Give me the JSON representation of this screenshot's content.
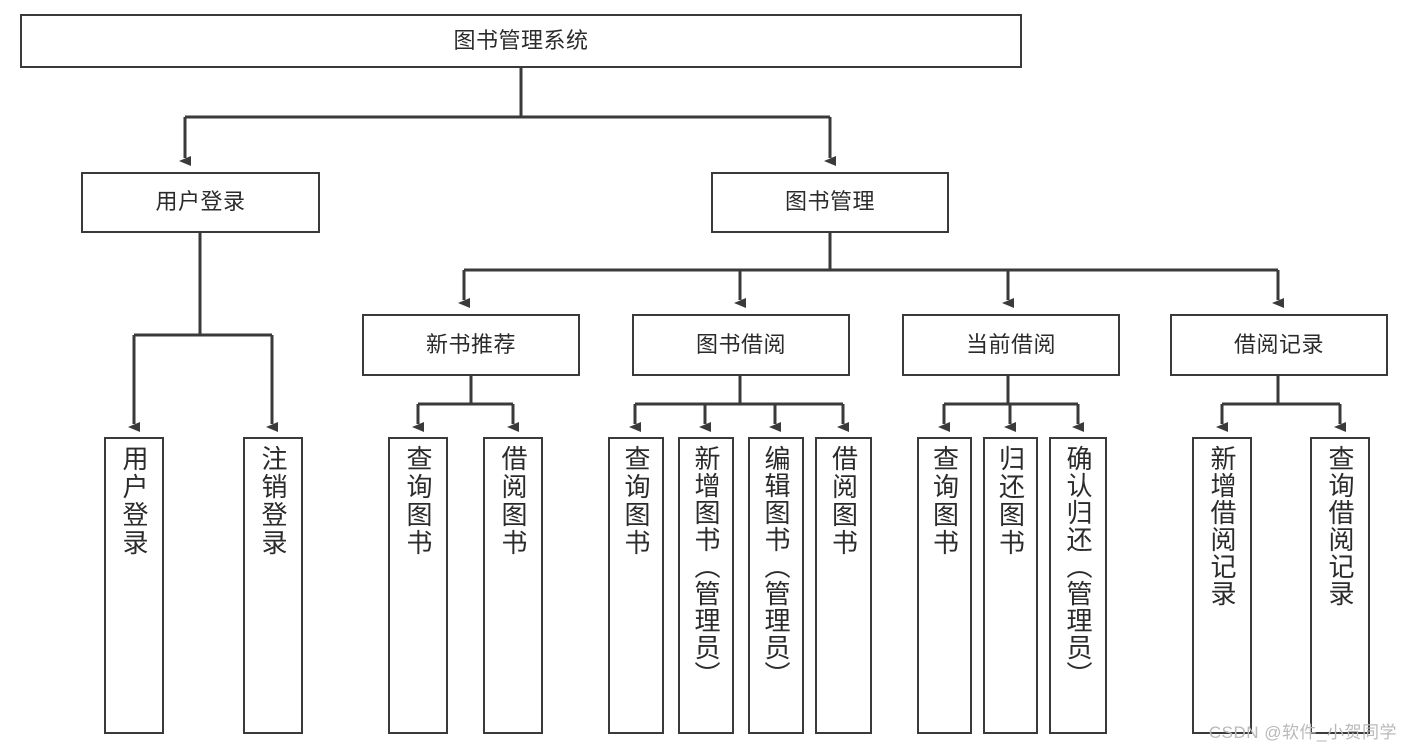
{
  "diagram": {
    "type": "tree-hierarchy-chart",
    "title": "图书管理系统",
    "root": {
      "id": "root",
      "label": "图书管理系统"
    },
    "level2": [
      {
        "id": "user-login",
        "label": "用户登录"
      },
      {
        "id": "book-management",
        "label": "图书管理"
      }
    ],
    "level3": [
      {
        "id": "new-book-recommend",
        "label": "新书推荐",
        "parent": "book-management"
      },
      {
        "id": "book-borrow",
        "label": "图书借阅",
        "parent": "book-management"
      },
      {
        "id": "current-borrow",
        "label": "当前借阅",
        "parent": "book-management"
      },
      {
        "id": "borrow-record",
        "label": "借阅记录",
        "parent": "book-management"
      }
    ],
    "leaves": [
      {
        "id": "leaf-user-login",
        "label": "用户登录",
        "parent": "user-login"
      },
      {
        "id": "leaf-logout-login",
        "label": "注销登录",
        "parent": "user-login"
      },
      {
        "id": "leaf-query-book-1",
        "label": "查询图书",
        "parent": "new-book-recommend"
      },
      {
        "id": "leaf-borrow-book-1",
        "label": "借阅图书",
        "parent": "new-book-recommend"
      },
      {
        "id": "leaf-query-book-2",
        "label": "查询图书",
        "parent": "book-borrow"
      },
      {
        "id": "leaf-add-book",
        "label": "新增图书（管理员）",
        "parent": "book-borrow"
      },
      {
        "id": "leaf-edit-book",
        "label": "编辑图书（管理员）",
        "parent": "book-borrow"
      },
      {
        "id": "leaf-borrow-book-2",
        "label": "借阅图书",
        "parent": "book-borrow"
      },
      {
        "id": "leaf-query-book-3",
        "label": "查询图书",
        "parent": "current-borrow"
      },
      {
        "id": "leaf-return-book",
        "label": "归还图书",
        "parent": "current-borrow"
      },
      {
        "id": "leaf-confirm-return",
        "label": "确认归还（管理员）",
        "parent": "current-borrow"
      },
      {
        "id": "leaf-add-record",
        "label": "新增借阅记录",
        "parent": "borrow-record"
      },
      {
        "id": "leaf-query-record",
        "label": "查询借阅记录",
        "parent": "borrow-record"
      }
    ],
    "watermark": "CSDN @软件_小贺同学",
    "colors": {
      "stroke": "#3a3a3a",
      "background": "#ffffff",
      "text": "#2b2b2b",
      "watermark": "#b9b9b9"
    }
  }
}
